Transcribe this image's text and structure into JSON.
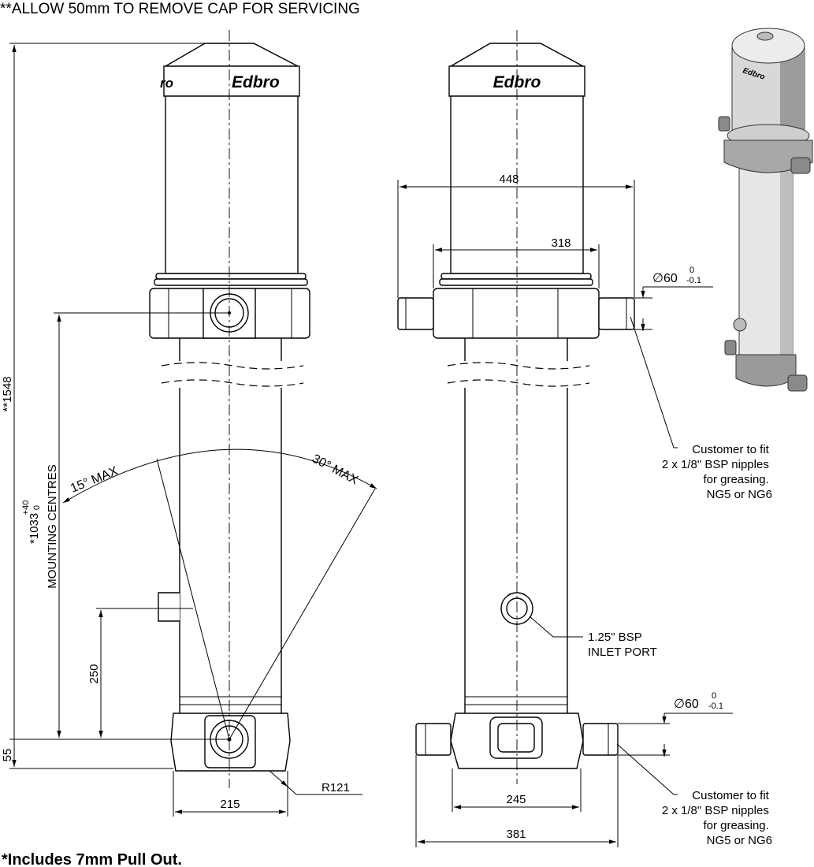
{
  "header": {
    "note": "**ALLOW 50mm TO REMOVE CAP FOR SERVICING"
  },
  "footer": {
    "note": "*Includes 7mm Pull Out."
  },
  "brand": {
    "logo_text": "Edbro"
  },
  "left_view": {
    "overall_height": "**1548",
    "mounting_centres_value": "*1033",
    "mounting_centres_tol_upper": "+40",
    "mounting_centres_tol_lower": "0",
    "mounting_centres_label": "MOUNTING CENTRES",
    "angle_left": "15° MAX",
    "angle_right": "30° MAX",
    "port_height": "250",
    "base_height": "55",
    "base_width": "215",
    "radius": "R121"
  },
  "right_view": {
    "width_top_outer": "448",
    "width_top_inner": "318",
    "dia_top": "∅60",
    "dia_top_tol_upper": "0",
    "dia_top_tol_lower": "-0.1",
    "note_top": [
      "Customer to fit",
      "2 x 1/8\" BSP nipples",
      "for greasing.",
      "NG5 or NG6"
    ],
    "inlet_port": [
      "1.25\" BSP",
      "INLET PORT"
    ],
    "dia_bottom": "∅60",
    "dia_bottom_tol_upper": "0",
    "dia_bottom_tol_lower": "-0.1",
    "width_bottom_inner": "245",
    "width_bottom_outer": "381",
    "note_bottom": [
      "Customer to fit",
      "2 x 1/8\" BSP nipples",
      "for greasing.",
      "NG5 or NG6"
    ]
  }
}
